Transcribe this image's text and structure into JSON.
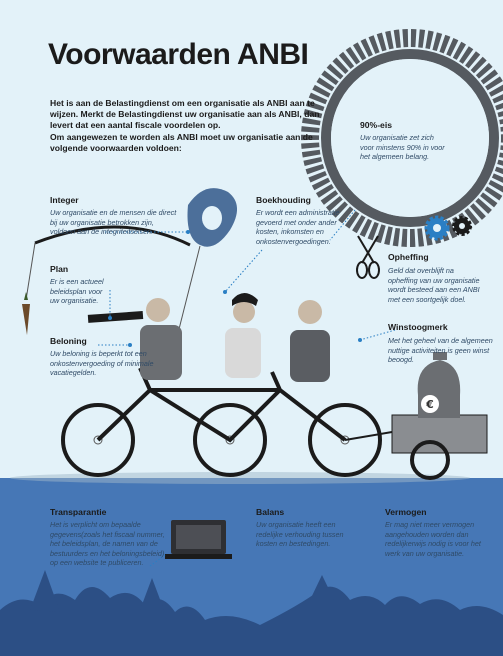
{
  "title": "Voorwaarden ANBI",
  "intro": [
    "Het is aan de Belastingdienst om een organisatie als ANBI aan te wijzen. Merkt de Belastingdienst uw organisatie aan als ANBI, dan levert dat een aantal fiscale voordelen op.",
    "Om aangewezen te worden als ANBI moet uw organisatie aan de volgende voorwaarden voldoen:"
  ],
  "eisen": {
    "percentage": {
      "title": "90%-eis",
      "text": [
        "Uw organisatie zet zich",
        "voor minstens 90% in voor",
        "het algemeen belang."
      ]
    },
    "integer": {
      "title": "Integer",
      "text": [
        "Uw organisatie en de mensen die direct",
        "bij uw organisatie betrokken zijn,",
        "voldoen aan de integriteitseisen."
      ]
    },
    "boekhouding": {
      "title": "Boekhouding",
      "text": [
        "Er wordt een administratie",
        "gevoerd met onder ander",
        "kosten, inkomsten en",
        "onkostenvergoedingen."
      ]
    },
    "opheffing": {
      "title": "Opheffing",
      "text": [
        "Geld dat overblijft na",
        "opheffing van uw organisatie",
        "wordt besteed aan een ANBI",
        "met een soortgelijk doel."
      ]
    },
    "plan": {
      "title": "Plan",
      "text": [
        "Er is een actueel",
        "beleidsplan voor",
        "uw organisatie."
      ]
    },
    "winstoogmerk": {
      "title": "Winstoogmerk",
      "text": [
        "Met het geheel van de algemeen",
        "nuttige activiteiten is geen winst",
        "beoogd."
      ]
    },
    "beloning": {
      "title": "Beloning",
      "text": [
        "Uw beloning is beperkt tot een",
        "onkostenvergoeding of minimale",
        "vacatiegelden."
      ]
    },
    "transparantie": {
      "title": "Transparantie",
      "text": [
        "Het is verplicht om bepaalde",
        "gegevens(zoals het fiscaal nummer,",
        "het beleidsplan, de namen van de",
        "bestuurders en het beloningsbeleid)",
        "op een website te publiceren."
      ]
    },
    "balans": {
      "title": "Balans",
      "text": [
        "Uw organisatie heeft een",
        "redelijke verhouding tussen",
        "kosten en bestedingen."
      ]
    },
    "vermogen": {
      "title": "Vermogen",
      "text": [
        "Er mag niet meer vermogen",
        "aangehouden worden dan",
        "redelijkerwijs nodig is voor het",
        "werk van uw organisatie."
      ]
    }
  },
  "icons": [
    "gear-icon",
    "cog-icon",
    "scissors-icon",
    "money-bag-icon",
    "euro-icon",
    "laptop-icon",
    "carrot-icon",
    "balloon-icon"
  ],
  "colors": {
    "background": "#e3f2f9",
    "bottom_band": "#4677b6",
    "gear": "#555a60",
    "accent": "#2a7fc4",
    "text": "#1b1b1b"
  }
}
